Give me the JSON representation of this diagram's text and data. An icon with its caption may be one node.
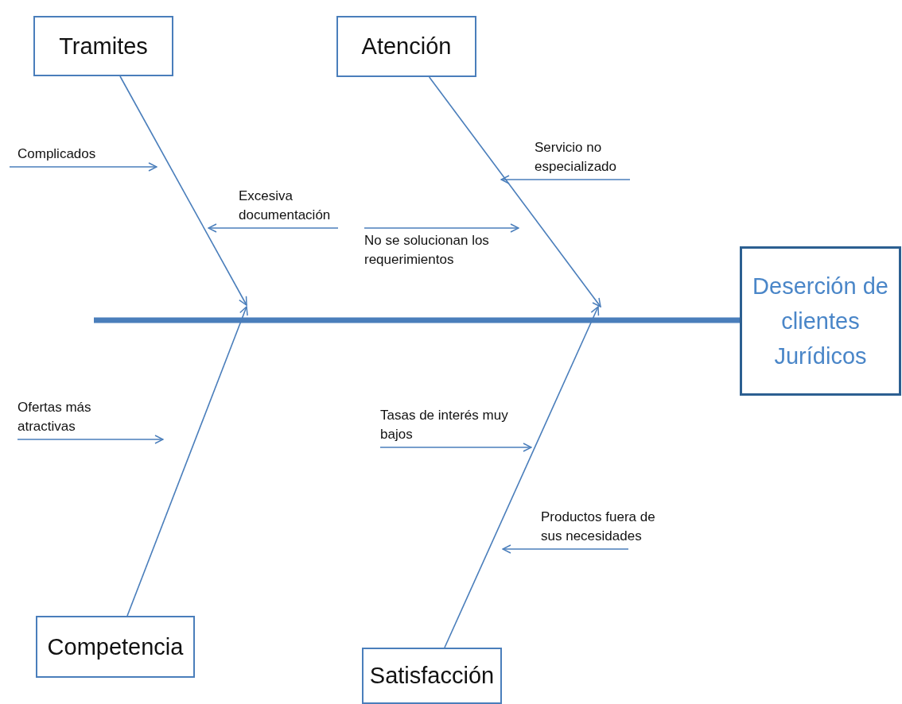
{
  "diagram": {
    "nodes": [
      {
        "text": [
          "Tramites"
        ]
      },
      {
        "text": [
          "Atención"
        ]
      },
      {
        "text": [
          "Deserción de clientes Jurídicos"
        ]
      },
      {
        "text": [
          "Competencia"
        ]
      },
      {
        "text": [
          "Satisfacción"
        ]
      },
      {
        "text": [
          "Complicados"
        ]
      },
      {
        "text": [
          "Excesiva documentación"
        ]
      },
      {
        "text": [
          "Servicio no especializado"
        ]
      },
      {
        "text": [
          "No se solucionan los requerimientos"
        ]
      },
      {
        "text": [
          "Ofertas más atractivas"
        ]
      },
      {
        "text": [
          "Tasas de interés muy bajos"
        ]
      },
      {
        "text": [
          "Productos fuera de sus necesidades"
        ]
      }
    ],
    "edges": [
      {
        "from": null,
        "to": 2,
        "arrow": "none",
        "style": "thick"
      },
      {
        "from": 0,
        "to": null,
        "arrow": "to"
      },
      {
        "from": 1,
        "to": null,
        "arrow": "to"
      },
      {
        "from": 3,
        "to": null,
        "arrow": "to"
      },
      {
        "from": 4,
        "to": null,
        "arrow": "to"
      },
      {
        "from": 5,
        "to": null,
        "arrow": "to"
      },
      {
        "from": 6,
        "to": null,
        "arrow": "to"
      },
      {
        "from": 7,
        "to": null,
        "arrow": "to"
      },
      {
        "from": 8,
        "to": null,
        "arrow": "to"
      },
      {
        "from": 9,
        "to": null,
        "arrow": "to"
      },
      {
        "from": 10,
        "to": null,
        "arrow": "to"
      },
      {
        "from": 11,
        "to": null,
        "arrow": "to"
      }
    ]
  }
}
